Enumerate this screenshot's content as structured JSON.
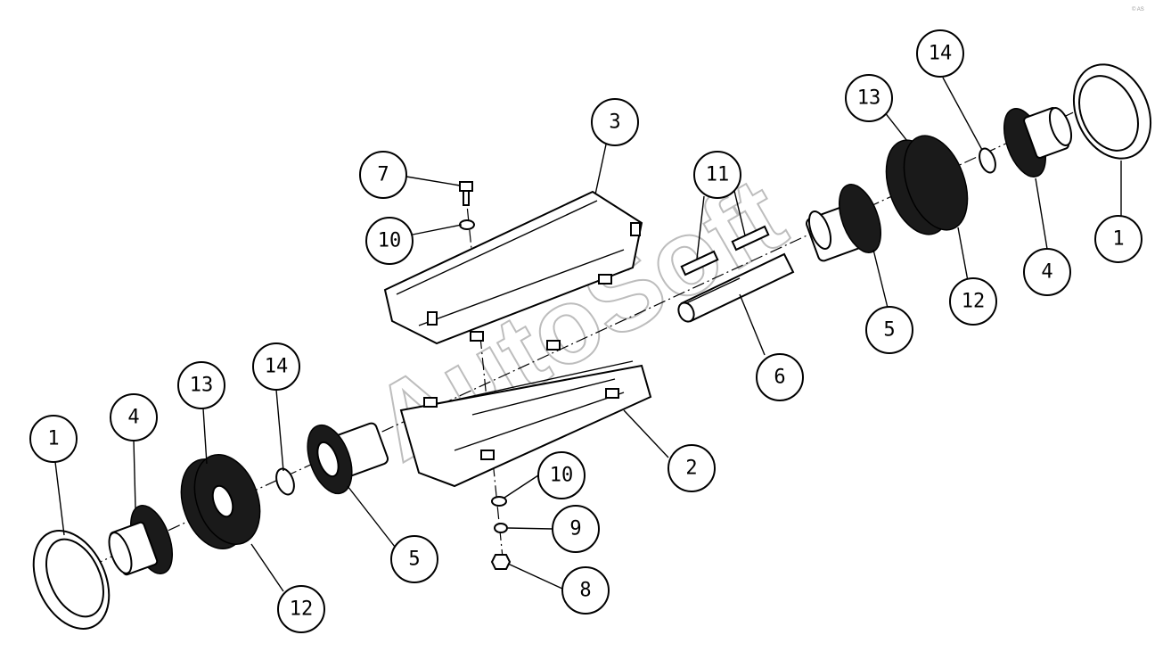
{
  "watermark": "AutoSoft",
  "corner_mark": "© AS",
  "callouts": [
    {
      "id": "c1a",
      "label": "1"
    },
    {
      "id": "c4a",
      "label": "4"
    },
    {
      "id": "c13a",
      "label": "13"
    },
    {
      "id": "c14a",
      "label": "14"
    },
    {
      "id": "c12a",
      "label": "12"
    },
    {
      "id": "c5a",
      "label": "5"
    },
    {
      "id": "c2",
      "label": "2"
    },
    {
      "id": "c10b",
      "label": "10"
    },
    {
      "id": "c9",
      "label": "9"
    },
    {
      "id": "c8",
      "label": "8"
    },
    {
      "id": "c7",
      "label": "7"
    },
    {
      "id": "c10a",
      "label": "10"
    },
    {
      "id": "c3",
      "label": "3"
    },
    {
      "id": "c11",
      "label": "11"
    },
    {
      "id": "c6",
      "label": "6"
    },
    {
      "id": "c5b",
      "label": "5"
    },
    {
      "id": "c13b",
      "label": "13"
    },
    {
      "id": "c12b",
      "label": "12"
    },
    {
      "id": "c14b",
      "label": "14"
    },
    {
      "id": "c4b",
      "label": "4"
    },
    {
      "id": "c1b",
      "label": "1"
    }
  ]
}
